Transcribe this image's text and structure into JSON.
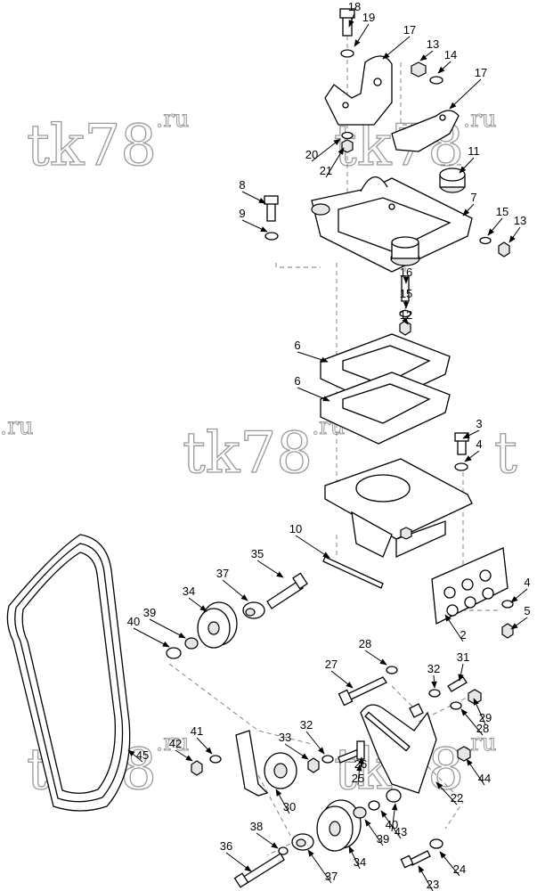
{
  "watermark": {
    "main": "tk78",
    "sup": ".ru",
    "fragment": ".ru"
  },
  "colors": {
    "line": "#000000",
    "watermark": "#9a9a9a",
    "arrow": "#000000"
  },
  "callouts": [
    "18",
    "19",
    "17",
    "13",
    "14",
    "17",
    "20",
    "21",
    "11",
    "8",
    "9",
    "7",
    "15",
    "13",
    "16",
    "15",
    "12",
    "6",
    "6",
    "3",
    "4",
    "10",
    "35",
    "37",
    "34",
    "39",
    "40",
    "2",
    "4",
    "5",
    "28",
    "27",
    "32",
    "31",
    "29",
    "28",
    "41",
    "42",
    "45",
    "33",
    "32",
    "26",
    "25",
    "44",
    "30",
    "22",
    "40",
    "43",
    "39",
    "38",
    "36",
    "37",
    "34",
    "24",
    "23"
  ]
}
